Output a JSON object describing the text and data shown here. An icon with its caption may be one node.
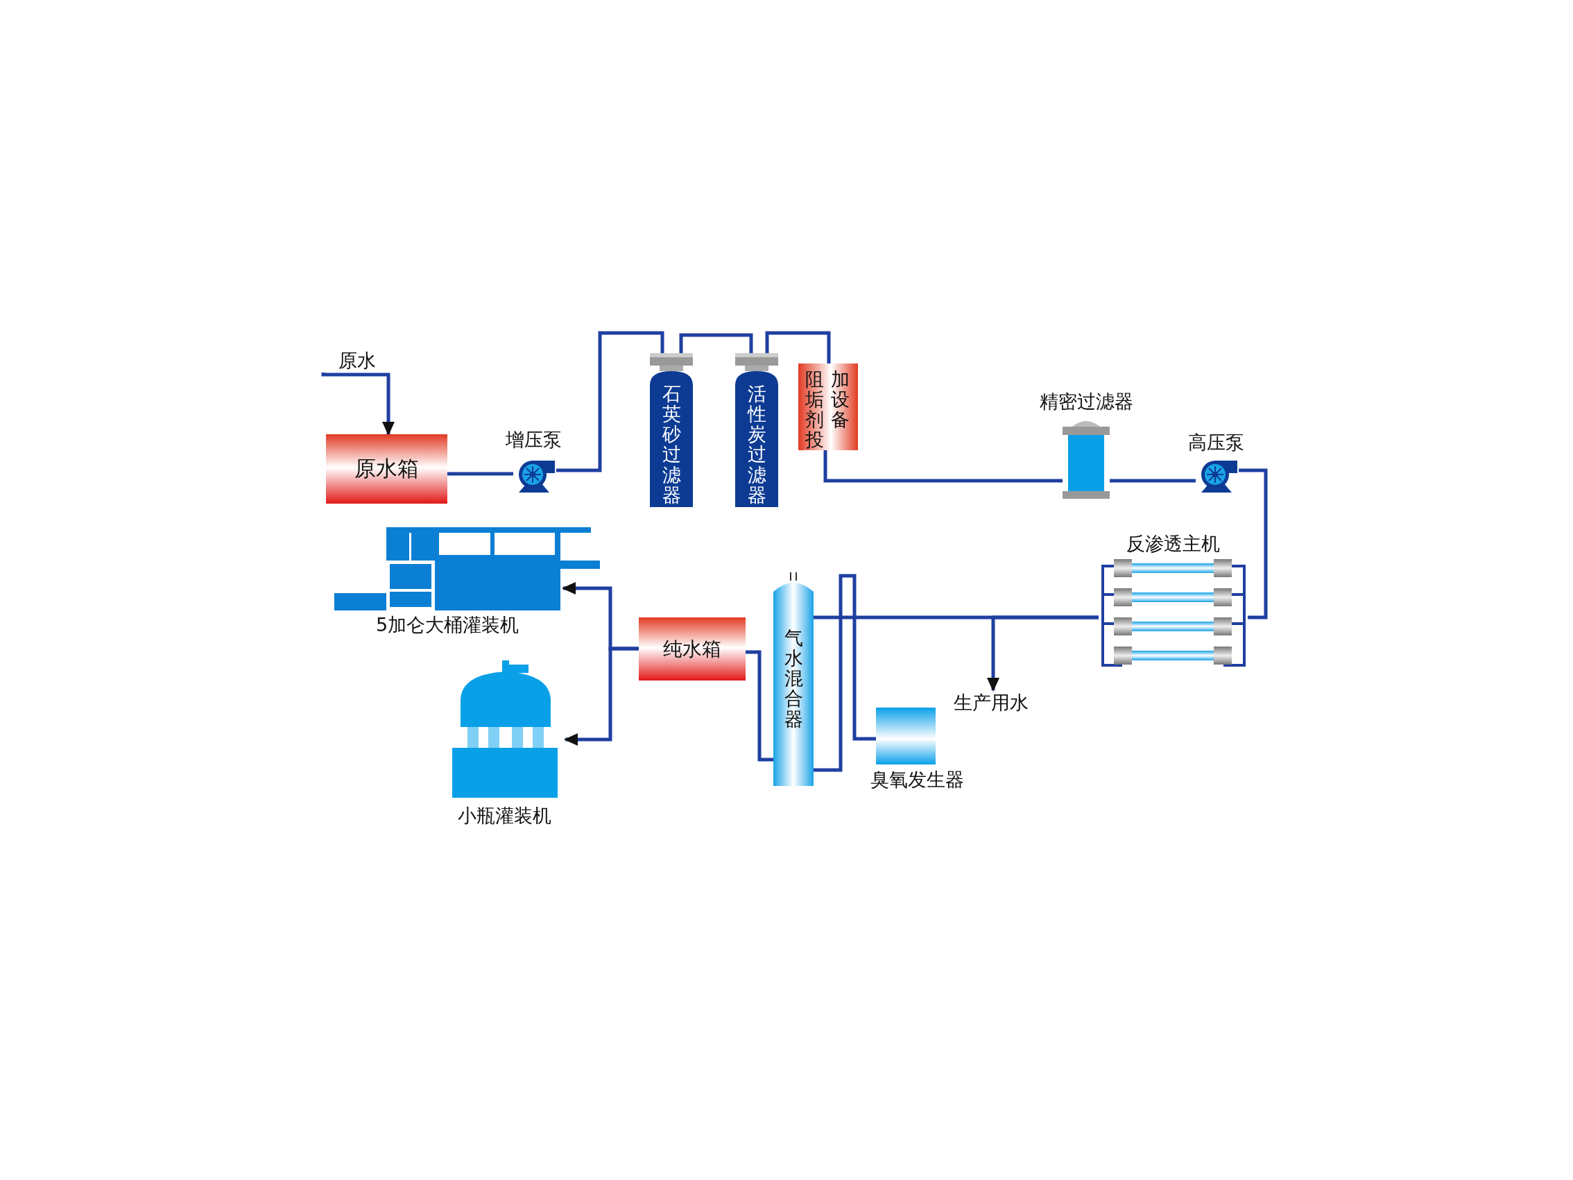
{
  "diagram": {
    "nodes": [
      {
        "text": [
          "原水"
        ]
      },
      {
        "text": [
          "原水箱"
        ]
      },
      {
        "text": [
          "增压泵"
        ]
      },
      {
        "text": [
          "石英砂过滤器"
        ]
      },
      {
        "text": [
          "活性炭过滤器"
        ]
      },
      {
        "text": [
          "阻垢剂投加设备"
        ]
      },
      {
        "text": [
          "精密过滤器"
        ]
      },
      {
        "text": [
          "高压泵"
        ]
      },
      {
        "text": [
          "反渗透主机"
        ]
      },
      {
        "text": [
          "气水混合器"
        ]
      },
      {
        "text": [
          "臭氧发生器"
        ]
      },
      {
        "text": [
          "生产用水"
        ]
      },
      {
        "text": [
          "纯水箱"
        ]
      },
      {
        "text": [
          "5加仑大桶灌装机"
        ]
      },
      {
        "text": [
          "小瓶灌装机"
        ]
      }
    ],
    "edges": [
      {
        "from": 0,
        "to": 1,
        "arrow": "to"
      },
      {
        "from": 1,
        "to": 2,
        "arrow": "none"
      },
      {
        "from": 2,
        "to": 3,
        "arrow": "none"
      },
      {
        "from": 3,
        "to": 4,
        "arrow": "none"
      },
      {
        "from": 4,
        "to": 5,
        "arrow": "none"
      },
      {
        "from": 5,
        "to": 6,
        "arrow": "none"
      },
      {
        "from": 6,
        "to": 7,
        "arrow": "none"
      },
      {
        "from": 7,
        "to": 8,
        "arrow": "none"
      },
      {
        "from": 8,
        "to": 9,
        "arrow": "none"
      },
      {
        "from": 8,
        "to": 11,
        "arrow": "to"
      },
      {
        "from": 9,
        "to": 12,
        "arrow": "none"
      },
      {
        "from": 10,
        "to": 9,
        "arrow": "none"
      },
      {
        "from": 12,
        "to": 13,
        "arrow": "to"
      },
      {
        "from": 12,
        "to": 14,
        "arrow": "to"
      }
    ]
  }
}
